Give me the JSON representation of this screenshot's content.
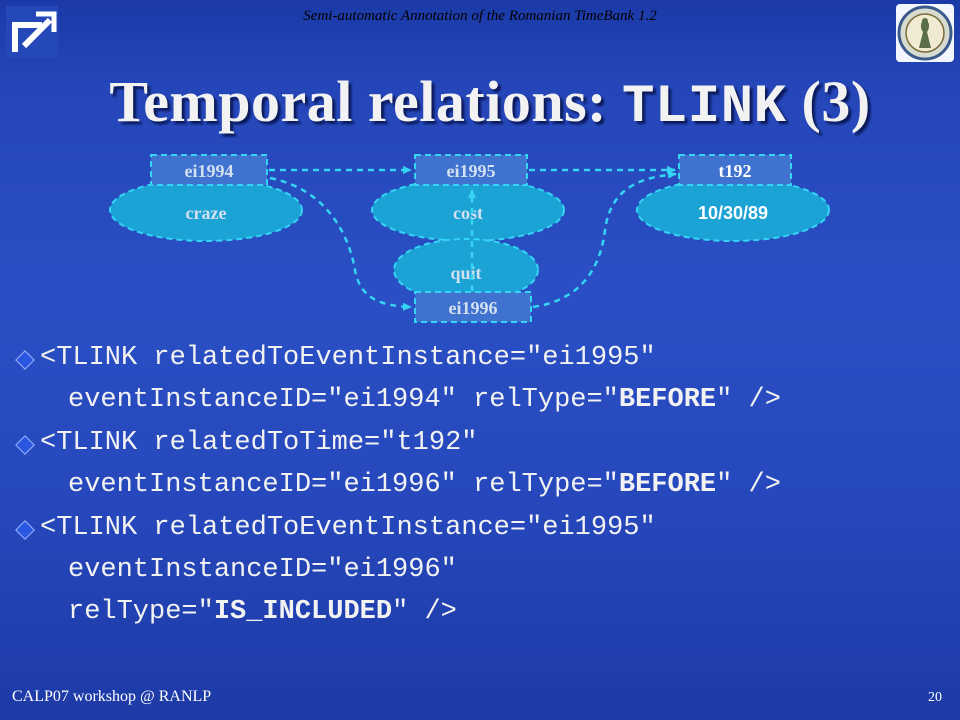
{
  "header": {
    "title": "Semi-automatic Annotation of the Romanian TimeBank 1.2"
  },
  "slide": {
    "title_prefix": "Temporal relations:",
    "title_code": "TLINK",
    "title_suffix": "(3)"
  },
  "diagram": {
    "nodes": [
      {
        "id": "ei1994",
        "word": "craze"
      },
      {
        "id": "ei1995",
        "word": "cost"
      },
      {
        "id": "t192",
        "word": "10/30/89"
      },
      {
        "id": "ei1996",
        "word": "quit"
      }
    ],
    "colors": {
      "ellipse": "#1ba3d6",
      "label_box": "#3f73cf",
      "dash": "#35d4f5",
      "node_text": "#d2e0f0",
      "time_text": "#ffffff"
    }
  },
  "tlinks": [
    {
      "line1": "<TLINK relatedToEventInstance=\"ei1995\"",
      "line2_pre": "eventInstanceID=\"ei1994\" relType=\"",
      "rel": "BEFORE",
      "line2_post": "\" />"
    },
    {
      "line1": "<TLINK relatedToTime=\"t192\"",
      "line2_pre": "eventInstanceID=\"ei1996\" relType=\"",
      "rel": "BEFORE",
      "line2_post": "\" />"
    },
    {
      "line1": "<TLINK relatedToEventInstance=\"ei1995\"",
      "line2_pre": "eventInstanceID=\"ei1996\"",
      "line3_pre": "relType=\"",
      "rel": "IS_INCLUDED",
      "line3_post": "\" />"
    }
  ],
  "footer": {
    "left": "CALP07 workshop @ RANLP",
    "page": "20"
  }
}
